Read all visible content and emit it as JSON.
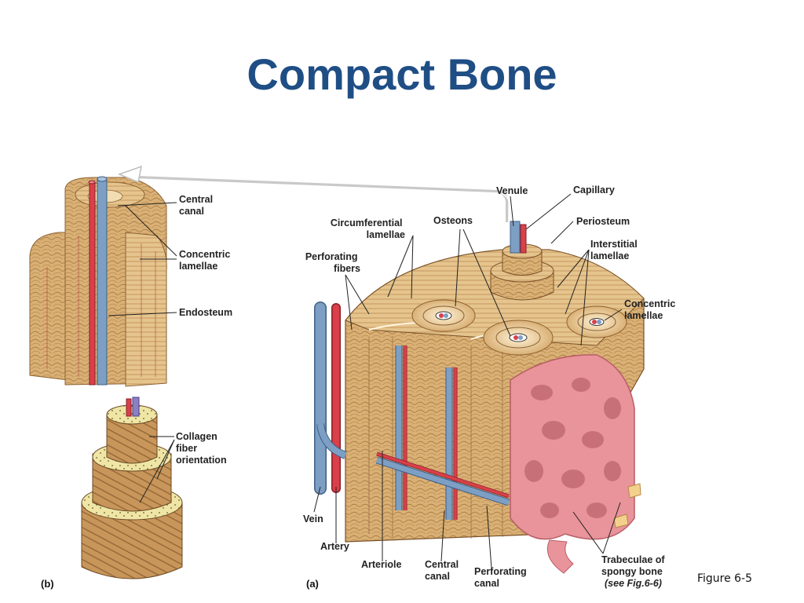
{
  "title": "Compact Bone",
  "figure": "Figure 6-5",
  "panel_b": {
    "tag": "(b)",
    "labels": {
      "central_canal": [
        "Central",
        "canal"
      ],
      "concentric_lamellae": [
        "Concentric",
        "lamellae"
      ],
      "endosteum": [
        "Endosteum"
      ],
      "collagen": [
        "Collagen",
        "fiber",
        "orientation"
      ]
    }
  },
  "panel_a": {
    "tag": "(a)",
    "labels": {
      "venule": [
        "Venule"
      ],
      "capillary": [
        "Capillary"
      ],
      "periosteum": [
        "Periosteum"
      ],
      "circumferential": [
        "Circumferential",
        "lamellae"
      ],
      "osteons": [
        "Osteons"
      ],
      "interstitial": [
        "Interstitial",
        "lamellae"
      ],
      "perforating_fibers": [
        "Perforating",
        "fibers"
      ],
      "concentric": [
        "Concentric",
        "lamellae"
      ],
      "vein": [
        "Vein"
      ],
      "artery": [
        "Artery"
      ],
      "arteriole": [
        "Arteriole"
      ],
      "central_canal": [
        "Central",
        "canal"
      ],
      "perforating_canal": [
        "Perforating",
        "canal"
      ],
      "trabeculae": [
        "Trabeculae of",
        "spongy bone"
      ],
      "see_fig": [
        "(see Fig.6-6)"
      ]
    }
  },
  "colors": {
    "title": "#1f4e85",
    "bone": "#d9b075",
    "bone_dark": "#b8874a",
    "bone_light": "#efd5a2",
    "vein": "#7d9fc4",
    "artery": "#d9404a",
    "spongy": "#e8949a",
    "spongy_dark": "#b85d66"
  }
}
